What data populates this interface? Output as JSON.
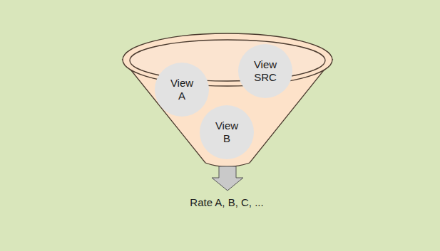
{
  "diagram": {
    "nodes": [
      {
        "text": [
          "View SRC"
        ]
      },
      {
        "text": [
          "View A"
        ]
      },
      {
        "text": [
          "View B"
        ]
      }
    ],
    "labels": [
      "Rate A, B, C, ..."
    ]
  }
}
